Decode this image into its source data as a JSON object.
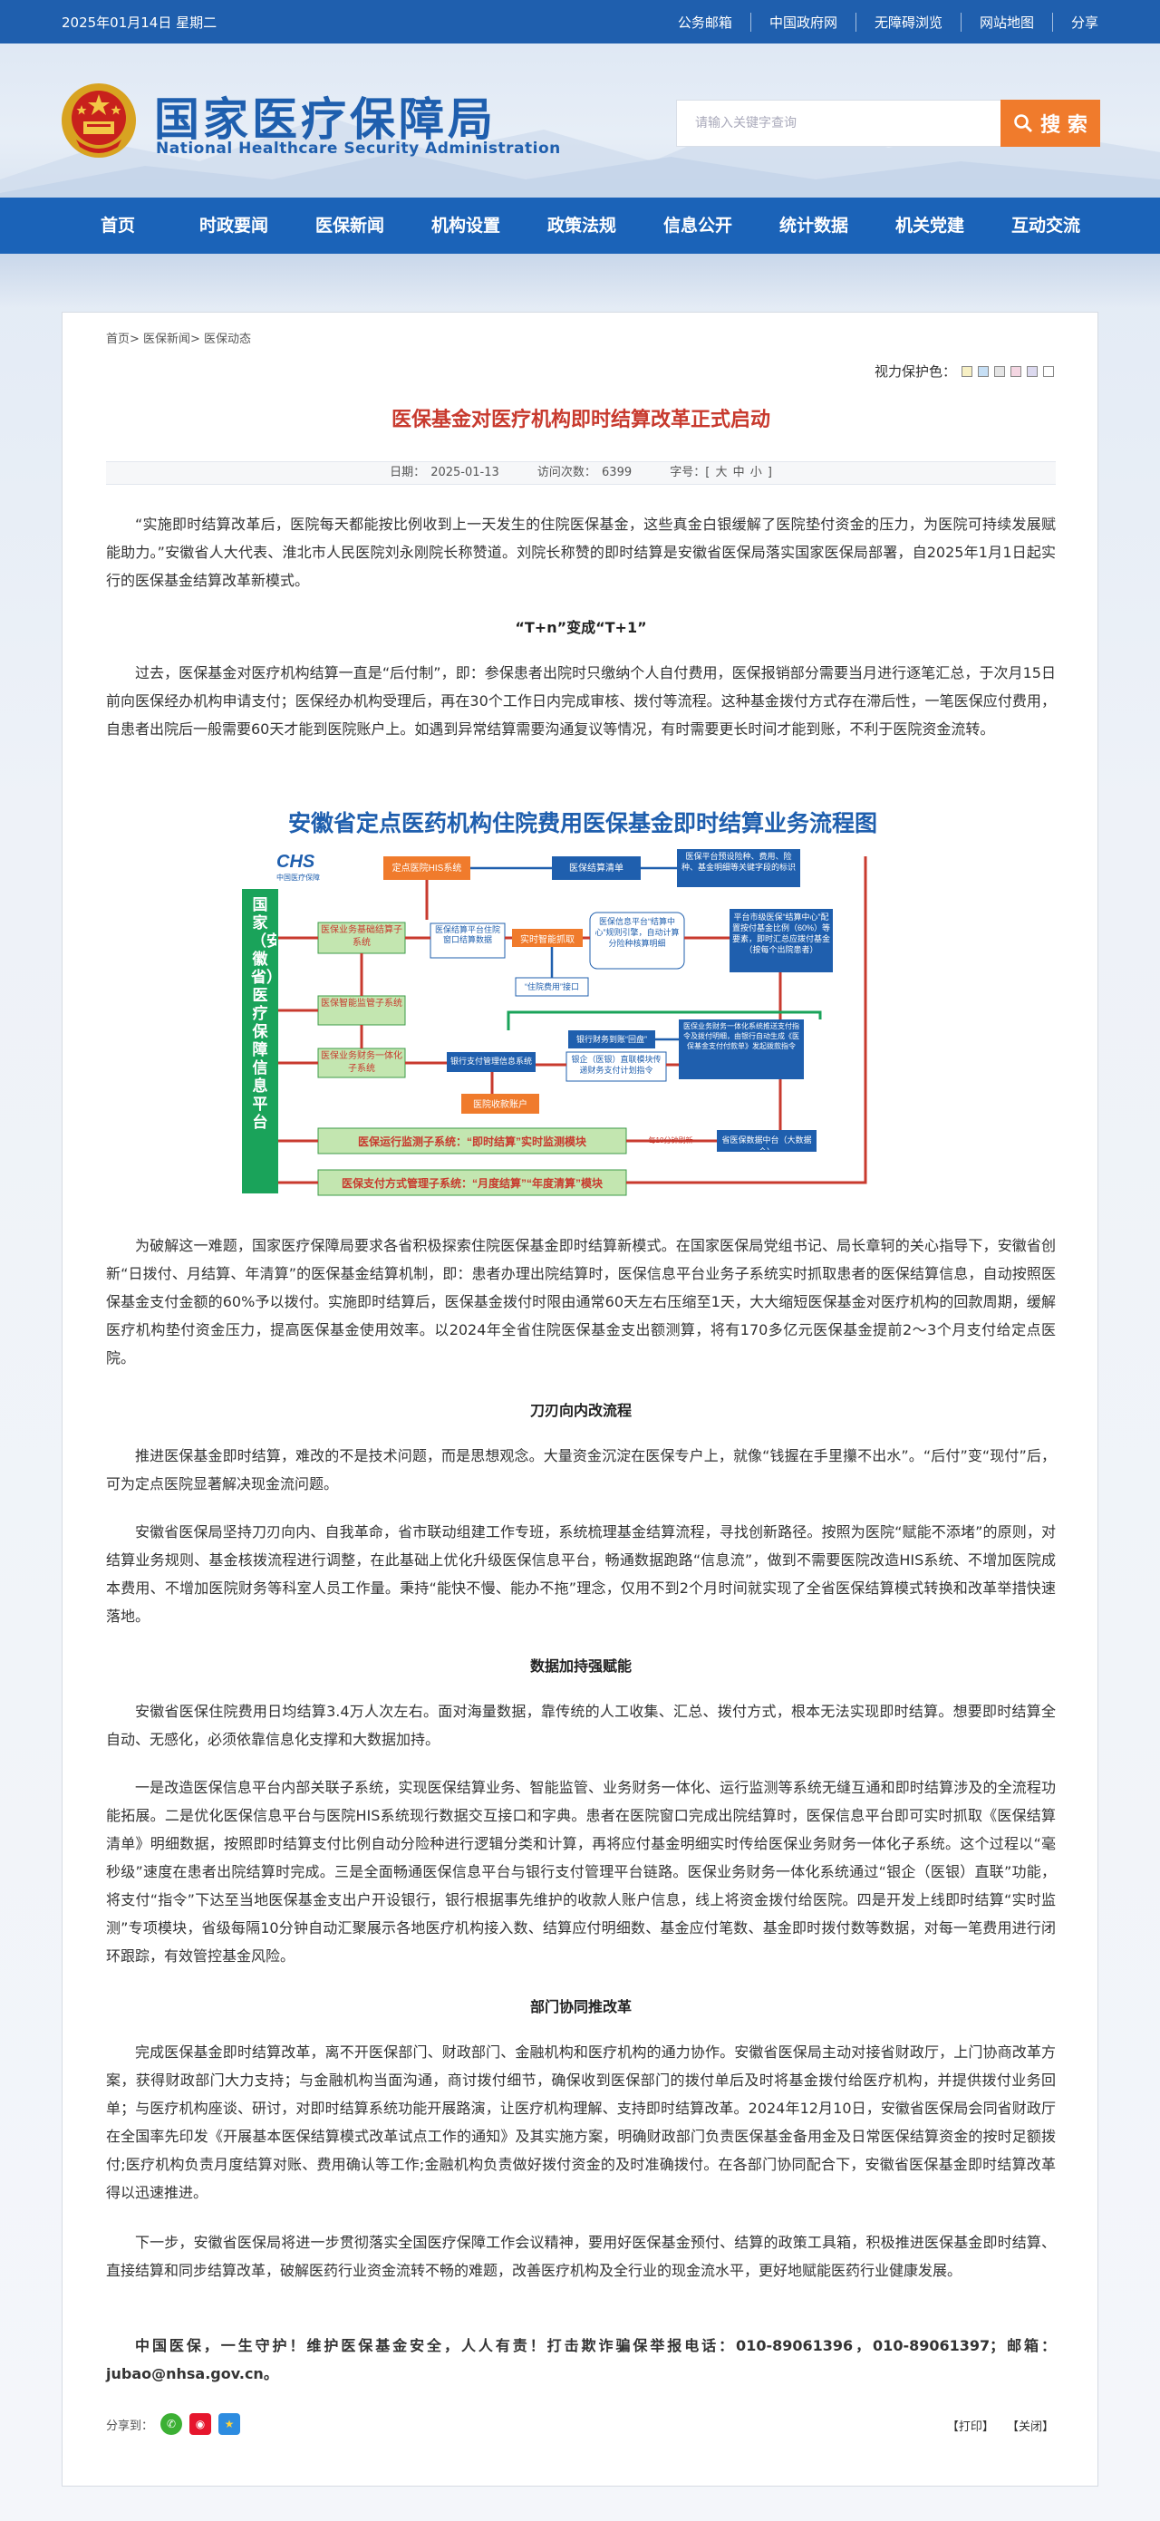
{
  "topbar": {
    "date": "2025年01月14日 星期二",
    "links": [
      "公务邮箱",
      "中国政府网",
      "无障碍浏览",
      "网站地图",
      "分享"
    ]
  },
  "header": {
    "title": "国家医疗保障局",
    "subtitle": "National Healthcare Security Administration",
    "search_placeholder": "请输入关键字查询",
    "search_label": "搜 索"
  },
  "nav": [
    "首页",
    "时政要闻",
    "医保新闻",
    "机构设置",
    "政策法规",
    "信息公开",
    "统计数据",
    "机关党建",
    "互动交流"
  ],
  "breadcrumb": "首页> 医保新闻> 医保动态",
  "vision_label": "视力保护色：",
  "vision_colors": [
    "#f7f0c4",
    "#c6dff5",
    "#e4e4e4",
    "#f4d6e2",
    "#dcd9ef",
    "#ffffff"
  ],
  "article": {
    "title": "医保基金对医疗机构即时结算改革正式启动",
    "meta_date": "日期：  2025-01-13",
    "meta_visits": "访问次数：  6399",
    "meta_font": "字号：[ 大 中 小 ]",
    "p1": "“实施即时结算改革后，医院每天都能按比例收到上一天发生的住院医保基金，这些真金白银缓解了医院垫付资金的压力，为医院可持续发展赋能助力。”安徽省人大代表、淮北市人民医院刘永刚院长称赞道。刘院长称赞的即时结算是安徽省医保局落实国家医保局部署，自2025年1月1日起实行的医保基金结算改革新模式。",
    "h1": "“T+n”变成“T+1”",
    "p2": "过去，医保基金对医疗机构结算一直是“后付制”，即：参保患者出院时只缴纳个人自付费用，医保报销部分需要当月进行逐笔汇总，于次月15日前向医保经办机构申请支付；医保经办机构受理后，再在30个工作日内完成审核、拨付等流程。这种基金拨付方式存在滞后性，一笔医保应付费用，自患者出院后一般需要60天才能到医院账户上。如遇到异常结算需要沟通复议等情况，有时需要更长时间才能到账，不利于医院资金流转。",
    "p3": "为破解这一难题，国家医疗保障局要求各省积极探索住院医保基金即时结算新模式。在国家医保局党组书记、局长章轲的关心指导下，安徽省创新“日拨付、月结算、年清算”的医保基金结算机制，即：患者办理出院结算时，医保信息平台业务子系统实时抓取患者的医保结算信息，自动按照医保基金支付金额的60%予以拨付。实施即时结算后，医保基金拨付时限由通常60天左右压缩至1天，大大缩短医保基金对医疗机构的回款周期，缓解医疗机构垫付资金压力，提高医保基金使用效率。以2024年全省住院医保基金支出额测算，将有170多亿元医保基金提前2～3个月支付给定点医院。",
    "h2": "刀刃向内改流程",
    "p4": "推进医保基金即时结算，难改的不是技术问题，而是思想观念。大量资金沉淀在医保专户上，就像“钱握在手里攥不出水”。“后付”变“现付”后，可为定点医院显著解决现金流问题。",
    "p5": "安徽省医保局坚持刀刃向内、自我革命，省市联动组建工作专班，系统梳理基金结算流程，寻找创新路径。按照为医院“赋能不添堵”的原则，对结算业务规则、基金核拨流程进行调整，在此基础上优化升级医保信息平台，畅通数据跑路“信息流”，做到不需要医院改造HIS系统、不增加医院成本费用、不增加医院财务等科室人员工作量。秉持“能快不慢、能办不拖”理念，仅用不到2个月时间就实现了全省医保结算模式转换和改革举措快速落地。",
    "h3": "数据加持强赋能",
    "p6": "安徽省医保住院费用日均结算3.4万人次左右。面对海量数据，靠传统的人工收集、汇总、拨付方式，根本无法实现即时结算。想要即时结算全自动、无感化，必须依靠信息化支撑和大数据加持。",
    "p7": "一是改造医保信息平台内部关联子系统，实现医保结算业务、智能监管、业务财务一体化、运行监测等系统无缝互通和即时结算涉及的全流程功能拓展。二是优化医保信息平台与医院HIS系统现行数据交互接口和字典。患者在医院窗口完成出院结算时，医保信息平台即可实时抓取《医保结算清单》明细数据，按照即时结算支付比例自动分险种进行逻辑分类和计算，再将应付基金明细实时传给医保业务财务一体化子系统。这个过程以“毫秒级”速度在患者出院结算时完成。三是全面畅通医保信息平台与银行支付管理平台链路。医保业务财务一体化系统通过“银企（医银）直联”功能，将支付“指令”下达至当地医保基金支出户开设银行，银行根据事先维护的收款人账户信息，线上将资金拨付给医院。四是开发上线即时结算“实时监测”专项模块，省级每隔10分钟自动汇聚展示各地医疗机构接入数、结算应付明细数、基金应付笔数、基金即时拨付数等数据，对每一笔费用进行闭环跟踪，有效管控基金风险。",
    "h4": "部门协同推改革",
    "p8": "完成医保基金即时结算改革，离不开医保部门、财政部门、金融机构和医疗机构的通力协作。安徽省医保局主动对接省财政厅，上门协商改革方案，获得财政部门大力支持；与金融机构当面沟通，商讨拨付细节，确保收到医保部门的拨付单后及时将基金拨付给医疗机构，并提供拨付业务回单；与医疗机构座谈、研讨，对即时结算系统功能开展路演，让医疗机构理解、支持即时结算改革。2024年12月10日，安徽省医保局会同省财政厅在全国率先印发《开展基本医保结算模式改革试点工作的通知》及其实施方案，明确财政部门负责医保基金备用金及日常医保结算资金的按时足额拨付;医疗机构负责月度结算对账、费用确认等工作;金融机构负责做好拨付资金的及时准确拨付。在各部门协同配合下，安徽省医保基金即时结算改革得以迅速推进。",
    "p9": "下一步，安徽省医保局将进一步贯彻落实全国医疗保障工作会议精神，要用好医保基金预付、结算的政策工具箱，积极推进医保基金即时结算、直接结算和同步结算改革，破解医药行业资金流转不畅的难题，改善医疗机构及全行业的现金流水平，更好地赋能医药行业健康发展。",
    "p10": "中国医保，一生守护！维护医保基金安全，人人有责！打击欺诈骗保举报电话：010-89061396，010-89061397；邮箱：jubao@nhsa.gov.cn。"
  },
  "flowchart": {
    "title": "安徽省定点医药机构住院费用医保基金即时结算业务流程图",
    "logo": "CHS",
    "logo_sub": "中国医疗保障",
    "side": "国家（安徽省）医疗保障信息平台",
    "boxes": {
      "his": "定点医院HIS系统",
      "settle_list": "医保结算清单",
      "platform_fields": "医保平台预设险种、费用、险种、基金明细等关键字段的标识",
      "biz_sub": "医保业务基础结算子系统",
      "monitor_sub": "医保智能监管子系统",
      "finance_sub": "医保业务财务一体化子系统",
      "window": "医保结算平台住院窗口结算数据",
      "realtime": "实时智能抓取",
      "logic": "医保信息平台“结算中心”规则引擎，自动计算分险种核算明细",
      "auto_pay": "平台市级医保“结算中心”配置按付基金比例（60%）等要素，即时汇总应拨付基金（按每个出院患者）",
      "api": "“住院费用”接口",
      "bank_push": "银行财务到账“回盘”",
      "send": "医保业务财务一体化系统推送支付指令及拨付明细，由银行自动生成《医保基金支付付款单》发起拨款指令",
      "bank_platform": "银行支付管理信息系统",
      "bank_direct": "银企（医银）直联模块传递财务支付计划指令",
      "hospital_acct": "医院收款账户",
      "data_center": "省医保数据中台（大数据仓）",
      "run_monitor": "医保运行监测子系统：“即时结算”实时监测模块",
      "pay_mode": "医保支付方式管理子系统：“月度结算”“年度清算”模块",
      "ops_label": "每10分钟刷新"
    }
  },
  "share_label": "分享到：",
  "share_icons": [
    "wechat-icon",
    "weibo-icon",
    "qzone-icon"
  ],
  "actions": [
    "【打印】",
    "【关闭】"
  ]
}
